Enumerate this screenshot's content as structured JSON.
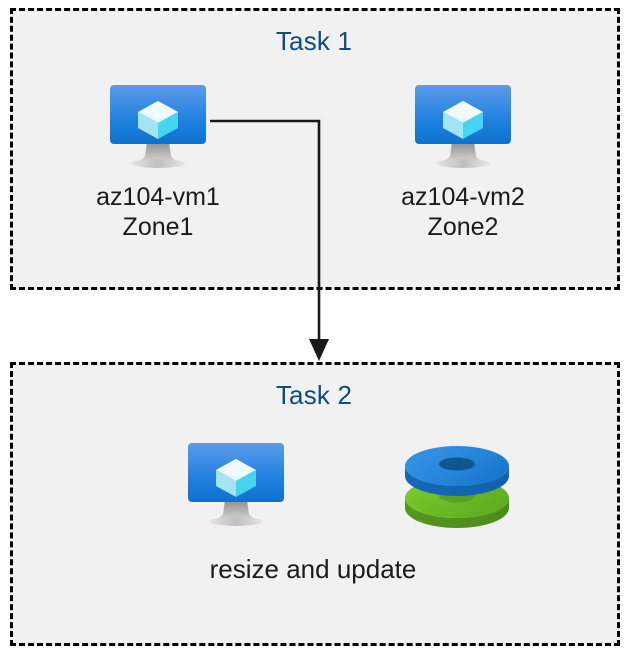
{
  "diagram": {
    "type": "flow-diagram",
    "background_color": "#FFFFFF",
    "box_fill_color": "#F1F1F1",
    "box_border_color": "#000000",
    "title_color": "#114A7E",
    "label_color": "#1B1B1B",
    "connector_color": "#1A1A1A"
  },
  "task1": {
    "title": "Task 1",
    "nodes": [
      {
        "icon": "virtual-machine-icon",
        "label": "az104-vm1\nZone1",
        "name": "az104-vm1",
        "zone": "Zone1"
      },
      {
        "icon": "virtual-machine-icon",
        "label": "az104-vm2\nZone2",
        "name": "az104-vm2",
        "zone": "Zone2"
      }
    ]
  },
  "task2": {
    "title": "Task 2",
    "label": "resize and update",
    "icons": [
      {
        "icon": "virtual-machine-icon",
        "colors": {
          "screen_top": "#5B9BE8",
          "screen_bottom": "#0F7BD8",
          "cube": "#B8ECF8"
        }
      },
      {
        "icon": "managed-disks-icon",
        "colors": {
          "blue_top": "#2E8DE0",
          "blue_side": "#1A72C4",
          "green_top": "#6FBE2A",
          "green_side": "#57991F"
        }
      }
    ]
  },
  "connector": {
    "from": "az104-vm1",
    "to": "task2",
    "style": "elbow-arrow",
    "arrowhead": "filled-triangle"
  }
}
